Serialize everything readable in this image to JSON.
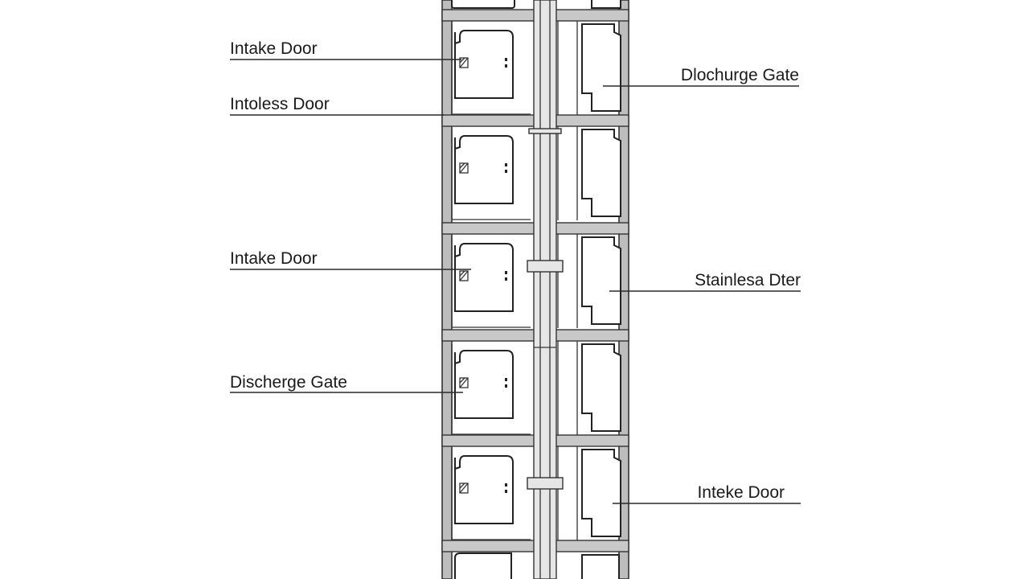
{
  "labels": {
    "left": [
      {
        "text": "Intake Door"
      },
      {
        "text": "Intoless Door"
      },
      {
        "text": "Intake Door"
      },
      {
        "text": "Discherge Gate"
      }
    ],
    "right": [
      {
        "text": "Dlochurge Gate"
      },
      {
        "text": "Stainlesa Dter"
      },
      {
        "text": "Inteke Door"
      }
    ]
  },
  "structure": {
    "levels": 6
  }
}
